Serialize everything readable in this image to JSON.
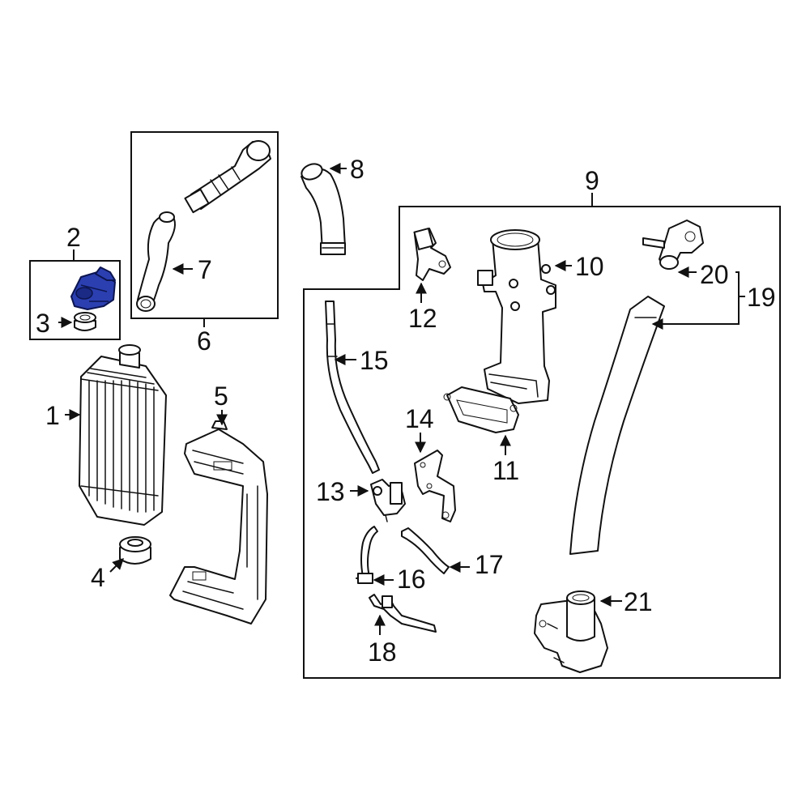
{
  "diagram": {
    "highlight_color": "#2b3fb0",
    "callouts": {
      "c1": "1",
      "c2": "2",
      "c3": "3",
      "c4": "4",
      "c5": "5",
      "c6": "6",
      "c7": "7",
      "c8": "8",
      "c9": "9",
      "c10": "10",
      "c11": "11",
      "c12": "12",
      "c13": "13",
      "c14": "14",
      "c15": "15",
      "c16": "16",
      "c17": "17",
      "c18": "18",
      "c19": "19",
      "c20": "20",
      "c21": "21"
    }
  }
}
